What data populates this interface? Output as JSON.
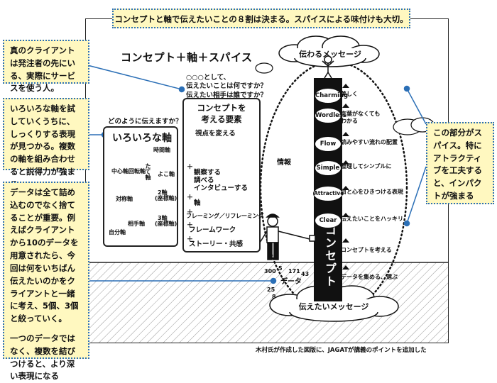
{
  "banner": "コンセプトと軸で伝えたいことの８割は決まる。スパイスによる味付けも大切。",
  "title": "コンセプト＋軸＋スパイス",
  "notes": {
    "client": "真のクライアントは発注者の先にいる、実際にサービスを使う人。",
    "axes": "いろいろな軸を試していくうちに、しっくりする表現が見つかる。複数の軸を組み合わせると説得力が強まる。",
    "data_1": "データは全て詰め込むのでなく捨てることが重要。例えばクライアントから10のデータを用意されたら、今回は何をいちばん伝えたいのかをクライアントと一緒に考え、5個、3個と絞っていく。",
    "data_2": "一つのデータではなく、複数を結びつけると、より深い表現になる",
    "spice": "この部分がスパイス。特にアトラクティブを工夫すると、インパクトが強まる"
  },
  "questions": {
    "q1": "○○○として、",
    "q2": "伝えたいことは何ですか？",
    "q3": "伝えたい相手は誰ですか？",
    "how": "どのように伝えますか？"
  },
  "axes_box": {
    "heading": "いろいろな軸",
    "labels": {
      "center": "中心軸",
      "rotation": "回転軸",
      "time": "時間軸",
      "y_axis": "たて軸",
      "x_axis": "よこ軸",
      "contrast": "対称軸",
      "two": "2軸",
      "two_sub": "(座標軸)",
      "self": "自分軸",
      "other": "相手軸",
      "three": "3軸",
      "three_sub": "(座標軸)"
    }
  },
  "concept_box": {
    "heading_1": "コンセプトを",
    "heading_2": "考える要素",
    "elements": [
      "視点を変える",
      "観察する",
      "調べる",
      "インタビューする",
      "軸",
      "フレーミング／リフレーミング",
      "フレームワーク",
      "ストーリー・共感"
    ],
    "plus": "＋"
  },
  "tower": {
    "top_message": "伝わるメッセージ",
    "bottom_message": "伝えたいメッセージ",
    "info_label": "情報",
    "data_label": "データ",
    "pillar_text": "コンセプト",
    "data_numbers": [
      "300",
      "5",
      "171",
      "43",
      "25",
      "8"
    ],
    "rings": [
      {
        "label": "Charming",
        "desc": "美しく"
      },
      {
        "label": "Wordless",
        "desc": "言葉がなくてもわかる"
      },
      {
        "label": "Flow",
        "desc": "読みやすい流れの配置"
      },
      {
        "label": "Simple",
        "desc": "整理してシンプルに"
      },
      {
        "label": "Attractive",
        "desc": "目と心をひきつける表現"
      },
      {
        "label": "Clear",
        "desc": "伝えたいことをハッキリ"
      }
    ],
    "lower_desc": [
      "コンセプトを考える",
      "データを集める、選ぶ"
    ]
  },
  "caption": "木村氏が作成した図版に、JAGATが講義のポイントを追加した"
}
